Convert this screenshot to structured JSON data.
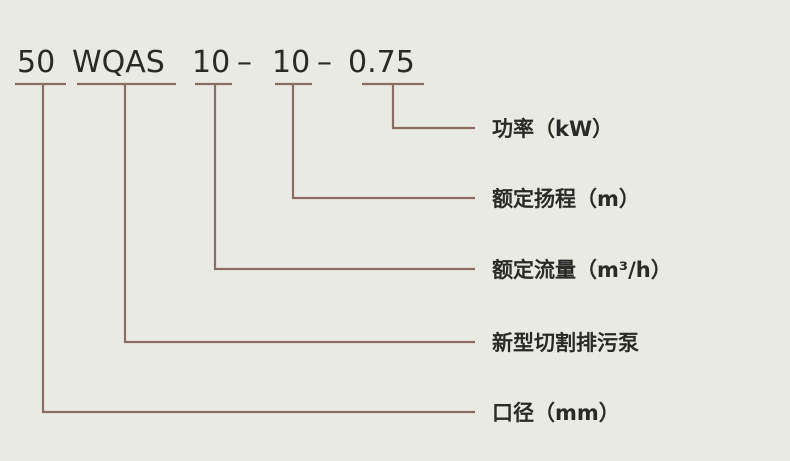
{
  "model_code": {
    "parts": [
      "50",
      "WQAS",
      "10",
      "–",
      "10",
      "–",
      "0.75"
    ]
  },
  "legend": [
    {
      "id": "power",
      "text": "功率（kW）"
    },
    {
      "id": "rated_head",
      "text": "额定扬程（m）"
    },
    {
      "id": "rated_flow",
      "text": "额定流量（m³/h）"
    },
    {
      "id": "pump_type",
      "text": "新型切割排污泵"
    },
    {
      "id": "diameter",
      "text": "口径（mm）"
    }
  ]
}
